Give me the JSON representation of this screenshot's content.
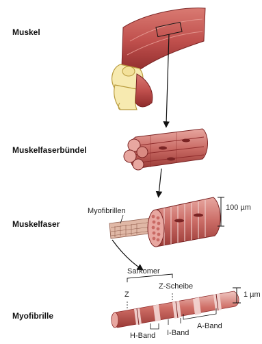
{
  "levels": {
    "muscle": "Muskel",
    "bundle": "Muskelfaserbündel",
    "fiber": "Muskelfaser",
    "myofibril": "Myofibrille"
  },
  "annotations": {
    "myofibrils": "Myofibrillen",
    "fiber_diameter": "100 µm",
    "sarcomere": "Sarkomer",
    "z": "Z",
    "z_disc": "Z-Scheibe",
    "myofibril_diameter": "1 µm",
    "h_band": "H-Band",
    "i_band": "I-Band",
    "a_band": "A-Band"
  },
  "colors": {
    "muscle": "#c0504d",
    "muscle_dark": "#8e2b2b",
    "band_light": "#f2d3d0",
    "bone": "#f7eab0",
    "bone_stroke": "#b89a3c"
  }
}
